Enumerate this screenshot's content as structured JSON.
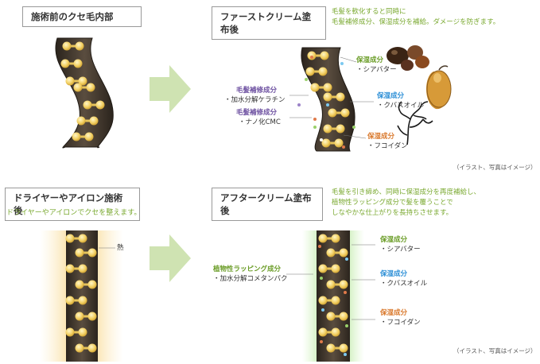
{
  "panels": {
    "before": {
      "title": "施術前のクセ毛内部"
    },
    "first": {
      "title": "ファーストクリーム塗布後",
      "desc": [
        "毛髪を軟化すると同時に",
        "毛髪補修成分、保湿成分を補給。ダメージを防ぎます。"
      ],
      "labels": {
        "repair1_head": "毛髪補修成分",
        "repair1_item": "・加水分解ケラチン",
        "repair2_head": "毛髪補修成分",
        "repair2_item": "・ナノ化CMC",
        "moist1_head": "保湿成分",
        "moist1_item": "・シアバター",
        "moist2_head": "保湿成分",
        "moist2_item": "・クバスオイル",
        "moist3_head": "保湿成分",
        "moist3_item": "・フコイダン"
      },
      "note": "（イラスト、写真はイメージ）"
    },
    "dryer": {
      "title": "ドライヤーやアイロン施術後",
      "desc": "ドライヤーやアイロンでクセを整えます。",
      "heat_label": "熱"
    },
    "after": {
      "title": "アフタークリーム塗布後",
      "desc": [
        "毛髪を引き締め、同時に保湿成分を再度補給し、",
        "植物性ラッピング成分で髪を覆うことで",
        "しなやかな仕上がりを長持ちさせます。"
      ],
      "labels": {
        "wrap_head": "植物性ラッピング成分",
        "wrap_item": "・加水分解コメタンパク",
        "moist1_head": "保湿成分",
        "moist1_item": "・シアバター",
        "moist2_head": "保湿成分",
        "moist2_item": "・クバスオイル",
        "moist3_head": "保湿成分",
        "moist3_item": "・フコイダン"
      },
      "note": "（イラスト、写真はイメージ）"
    }
  },
  "colors": {
    "arrow": "#cfe3b2",
    "hair": "#3d352c",
    "ball": "#f2cf62",
    "glow": "#f6d98a",
    "green_glow": "#8ed36a"
  }
}
